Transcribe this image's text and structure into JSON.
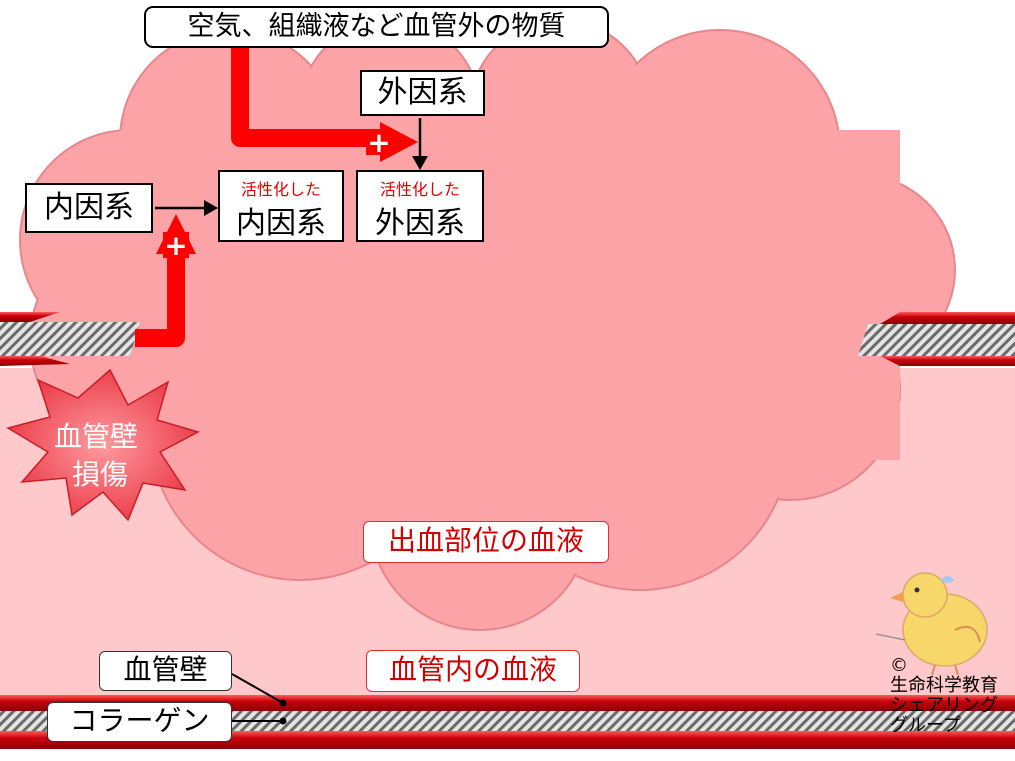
{
  "title_box": "空気、組織液など血管外の物質",
  "extrinsic": "外因系",
  "intrinsic": "内因系",
  "activated_intrinsic": {
    "sub": "活性化した",
    "main": "内因系"
  },
  "activated_extrinsic": {
    "sub": "活性化した",
    "main": "外因系"
  },
  "injury_label_line1": "血管壁",
  "injury_label_line2": "損傷",
  "bleeding_blood_label": "出血部位の血液",
  "intravascular_blood_label": "血管内の血液",
  "vessel_wall_label": "血管壁",
  "collagen_label": "コラーゲン",
  "copyright_symbol": "©",
  "credit_line1": "生命科学教育",
  "credit_line2": "シェアリング",
  "credit_line3": "グループ",
  "plus_sign": "+",
  "colors": {
    "blood_cloud": "#fba3a6",
    "blood_bg": "#ffc8ca",
    "vessel_red": "#c8000a",
    "arrow_red": "#ff0000",
    "label_red": "#d40000"
  }
}
